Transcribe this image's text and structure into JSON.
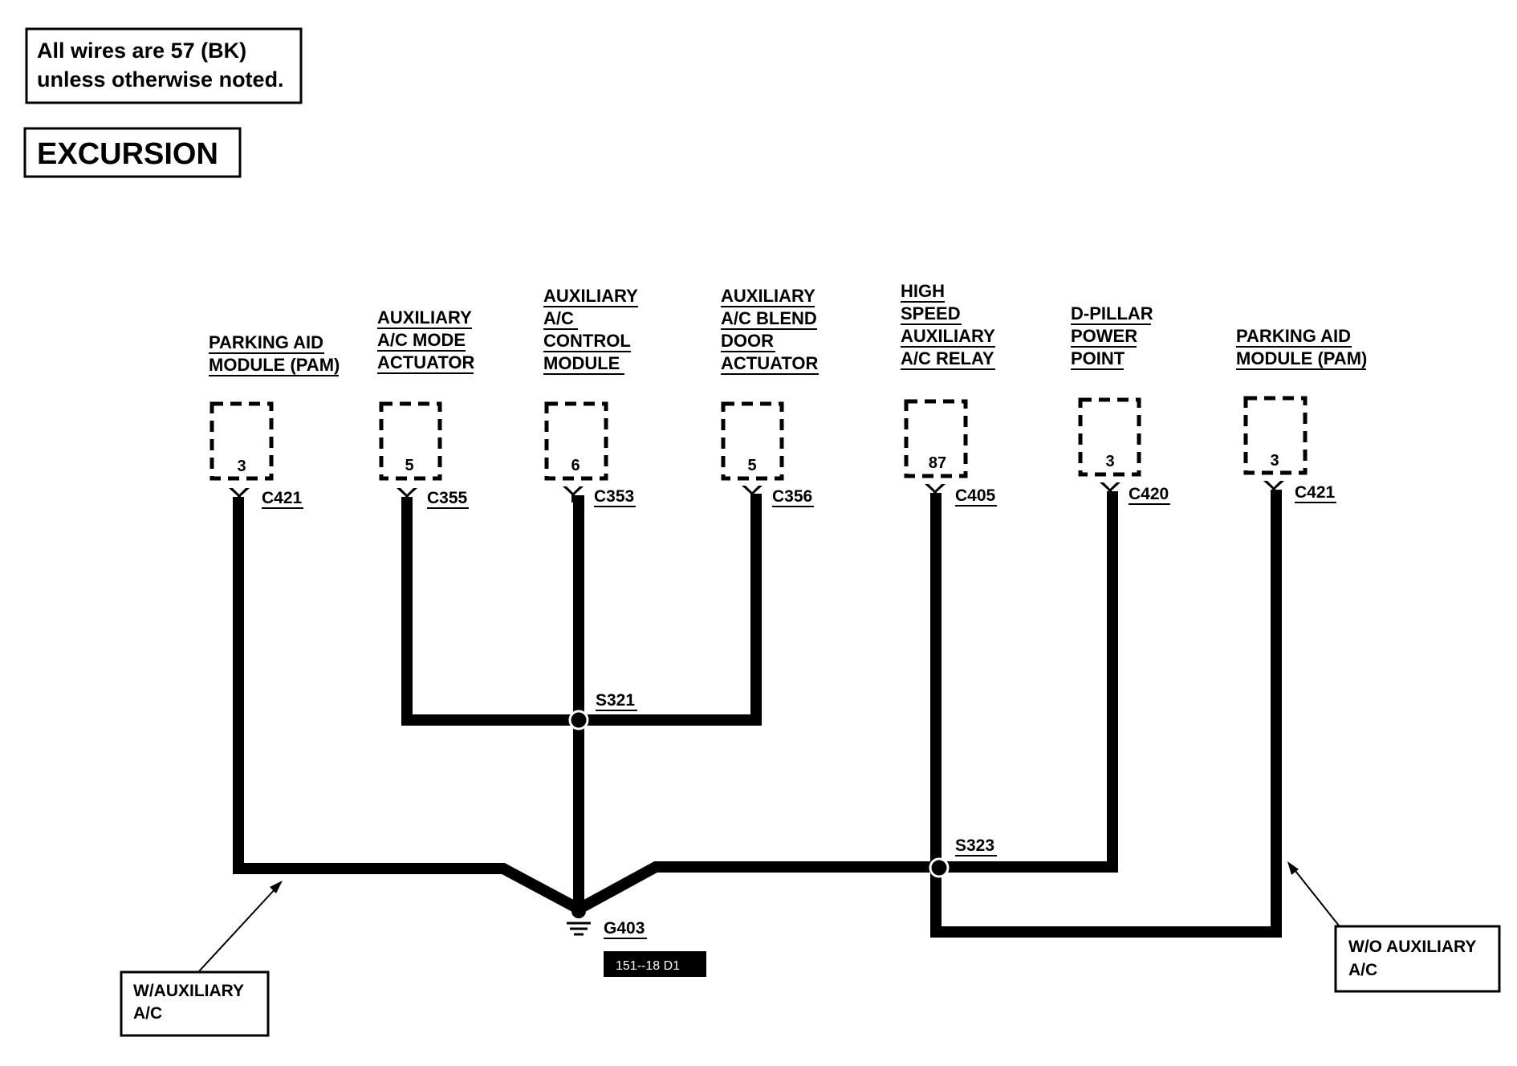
{
  "note": {
    "line1": "All wires are 57 (BK)",
    "line2": "unless otherwise noted."
  },
  "title": "EXCURSION",
  "components": [
    {
      "lines": [
        "PARKING AID",
        "MODULE (PAM)"
      ],
      "pin": "3",
      "connector": "C421"
    },
    {
      "lines": [
        "AUXILIARY",
        "A/C MODE",
        "ACTUATOR"
      ],
      "pin": "5",
      "connector": "C355"
    },
    {
      "lines": [
        "AUXILIARY",
        "A/C",
        "CONTROL",
        "MODULE"
      ],
      "pin": "6",
      "connector": "C353"
    },
    {
      "lines": [
        "AUXILIARY",
        "A/C BLEND",
        "DOOR",
        "ACTUATOR"
      ],
      "pin": "5",
      "connector": "C356"
    },
    {
      "lines": [
        "HIGH",
        "SPEED",
        "AUXILIARY",
        "A/C RELAY"
      ],
      "pin": "87",
      "connector": "C405"
    },
    {
      "lines": [
        "D-PILLAR",
        "POWER",
        "POINT"
      ],
      "pin": "3",
      "connector": "C420"
    },
    {
      "lines": [
        "PARKING AID",
        "MODULE (PAM)"
      ],
      "pin": "3",
      "connector": "C421"
    }
  ],
  "splices": [
    "S321",
    "S323"
  ],
  "ground": "G403",
  "figure_code": "151--18 D1",
  "callouts": {
    "with_aux": {
      "line1": "W/AUXILIARY",
      "line2": "A/C"
    },
    "without_aux": {
      "line1": "W/O AUXILIARY",
      "line2": "A/C"
    }
  }
}
